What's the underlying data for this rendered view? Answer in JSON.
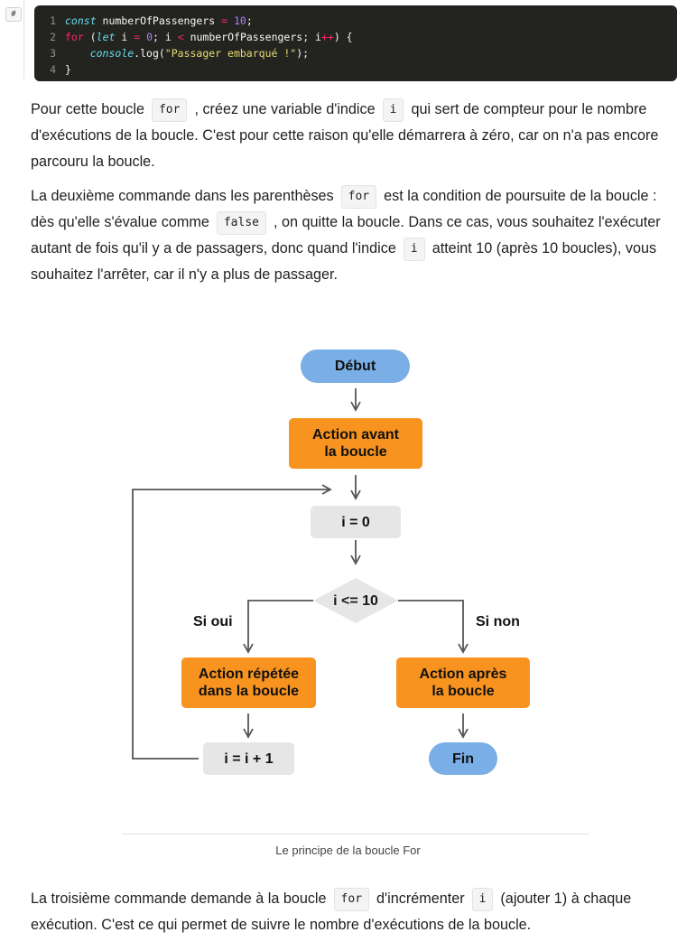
{
  "code_block": {
    "gutter_mark": "#",
    "lines": [
      {
        "num": "1"
      },
      {
        "num": "2"
      },
      {
        "num": "3"
      },
      {
        "num": "4"
      }
    ],
    "tokens": {
      "l1_const": "const",
      "l1_var": " numberOfPassengers ",
      "l1_eq": "=",
      "l1_val": " 10",
      "l1_semi": ";",
      "l2_for": "for",
      "l2_open": " (",
      "l2_let": "let",
      "l2_i": " i ",
      "l2_eq": "=",
      "l2_zero": " 0",
      "l2_semi1": "; i ",
      "l2_lt": "<",
      "l2_cond": " numberOfPassengers; i",
      "l2_inc": "++",
      "l2_close": ") {",
      "l3_indent": "    ",
      "l3_console": "console",
      "l3_log": ".log(",
      "l3_str": "\"Passager embarqué !\"",
      "l3_end": ");",
      "l4_brace": "}"
    }
  },
  "paragraphs": {
    "p1_a": "Pour cette boucle",
    "p1_code1": "for",
    "p1_b": ", créez une variable d'indice",
    "p1_code2": "i",
    "p1_c": "qui sert de compteur pour le nombre d'exécutions de la boucle. C'est pour cette raison qu'elle démarrera à zéro, car on n'a pas encore parcouru la boucle.",
    "p2_a": "La deuxième commande dans les parenthèses",
    "p2_code1": "for",
    "p2_b": "est la condition de poursuite de la boucle : dès qu'elle s'évalue comme",
    "p2_code2": "false",
    "p2_c": ", on quitte la boucle. Dans ce cas, vous souhaitez l'exécuter autant de fois qu'il y a de passagers, donc quand l'indice",
    "p2_code3": "i",
    "p2_d": "atteint 10 (après 10 boucles), vous souhaitez l'arrêter, car il n'y a plus de passager.",
    "p3_a": "La troisième commande demande à la boucle",
    "p3_code1": "for",
    "p3_b": "d'incrémenter",
    "p3_code2": "i",
    "p3_c": "(ajouter 1) à chaque exécution. C'est ce qui permet de suivre le nombre d'exécutions de la boucle."
  },
  "flowchart": {
    "start": "Début",
    "before_line1": "Action avant",
    "before_line2": "la boucle",
    "init": "i = 0",
    "condition": "i <= 10",
    "yes_label": "Si oui",
    "no_label": "Si non",
    "repeat_line1": "Action répétée",
    "repeat_line2": "dans la boucle",
    "after_line1": "Action après",
    "after_line2": "la boucle",
    "increment": "i = i + 1",
    "end": "Fin",
    "colors": {
      "pill": "#7aaee6",
      "action": "#f7931e",
      "step": "#e6e6e6",
      "arrow": "#555555"
    }
  },
  "caption": "Le principe de la boucle For"
}
